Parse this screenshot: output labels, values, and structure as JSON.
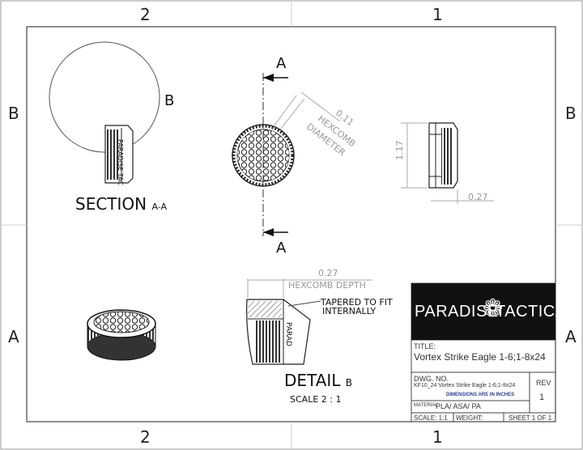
{
  "zones": {
    "top_left": "2",
    "top_right": "1",
    "left_top": "B",
    "left_bottom": "A",
    "right_top": "B",
    "right_bottom": "A",
    "bottom_left": "2",
    "bottom_right": "1"
  },
  "views": {
    "section_title": "SECTION",
    "section_suffix": "A-A",
    "circle_label": "B",
    "cut_label_top": "A",
    "cut_label_bottom": "A",
    "detail_title": "DETAIL",
    "detail_suffix": "B",
    "detail_scale": "SCALE 2 : 1",
    "part_engraving_section": "PARADISE TAC",
    "part_engraving_detail": "PARAD"
  },
  "dimensions": {
    "hex_diameter_value": "0.11",
    "hex_diameter_label_1": "HEXCOMB",
    "hex_diameter_label_2": "DIAMETER",
    "height_value": "1.17",
    "width_value": "0.27",
    "hex_depth_value": "0.27",
    "hex_depth_label": "HEXCOMB DEPTH",
    "note_line_1": "TAPERED TO FIT",
    "note_line_2": "INTERNALLY"
  },
  "title_block": {
    "logo_left": "PARADISE",
    "logo_right": "TACTICAL",
    "title_label": "TITLE:",
    "title_value": "Vortex Strike Eagle 1-6;1-8x24",
    "dwg_label": "DWG.  NO.",
    "dwg_value": "KF10_24 Vortex Strike Eagle 1-6;1-8x24",
    "dimensions_note": "DIMENSIONS ARE IN INCHES",
    "material_label": "MATERIAL",
    "material_value": "PLA/ ASA/ PA",
    "rev_label": "REV",
    "rev_value": "1",
    "scale_text": "SCALE: 1:1",
    "weight_text": "WEIGHT:",
    "sheet_text": "SHEET 1 OF 1"
  },
  "colors": {
    "line": "#444444",
    "dim": "#aaaaaa",
    "logo_bg": "#111111"
  }
}
